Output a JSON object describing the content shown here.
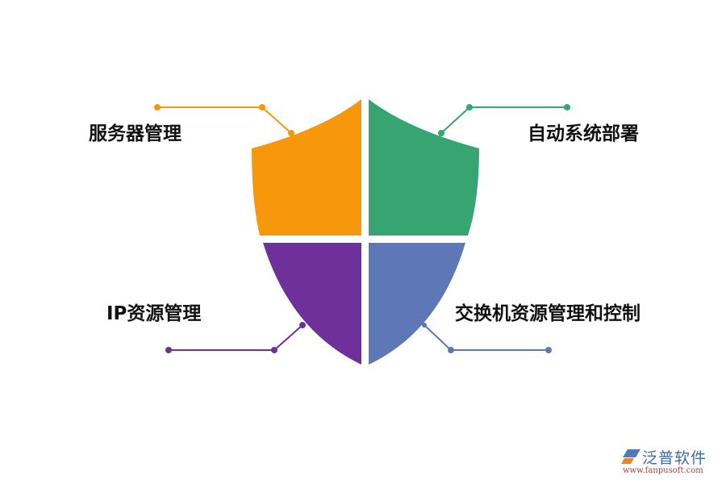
{
  "diagram": {
    "type": "shield-quadrant",
    "quadrants": [
      {
        "position": "top-left",
        "label": "服务器管理",
        "color": "#F7970B"
      },
      {
        "position": "top-right",
        "label": "自动系统部署",
        "color": "#36A572"
      },
      {
        "position": "bottom-left",
        "label": "IP资源管理",
        "color": "#6E319C"
      },
      {
        "position": "bottom-right",
        "label": "交换机资源管理和控制",
        "color": "#5E77B7"
      }
    ]
  },
  "watermark": {
    "brand": "泛普软件",
    "url": "www.fanpusoft.com"
  }
}
